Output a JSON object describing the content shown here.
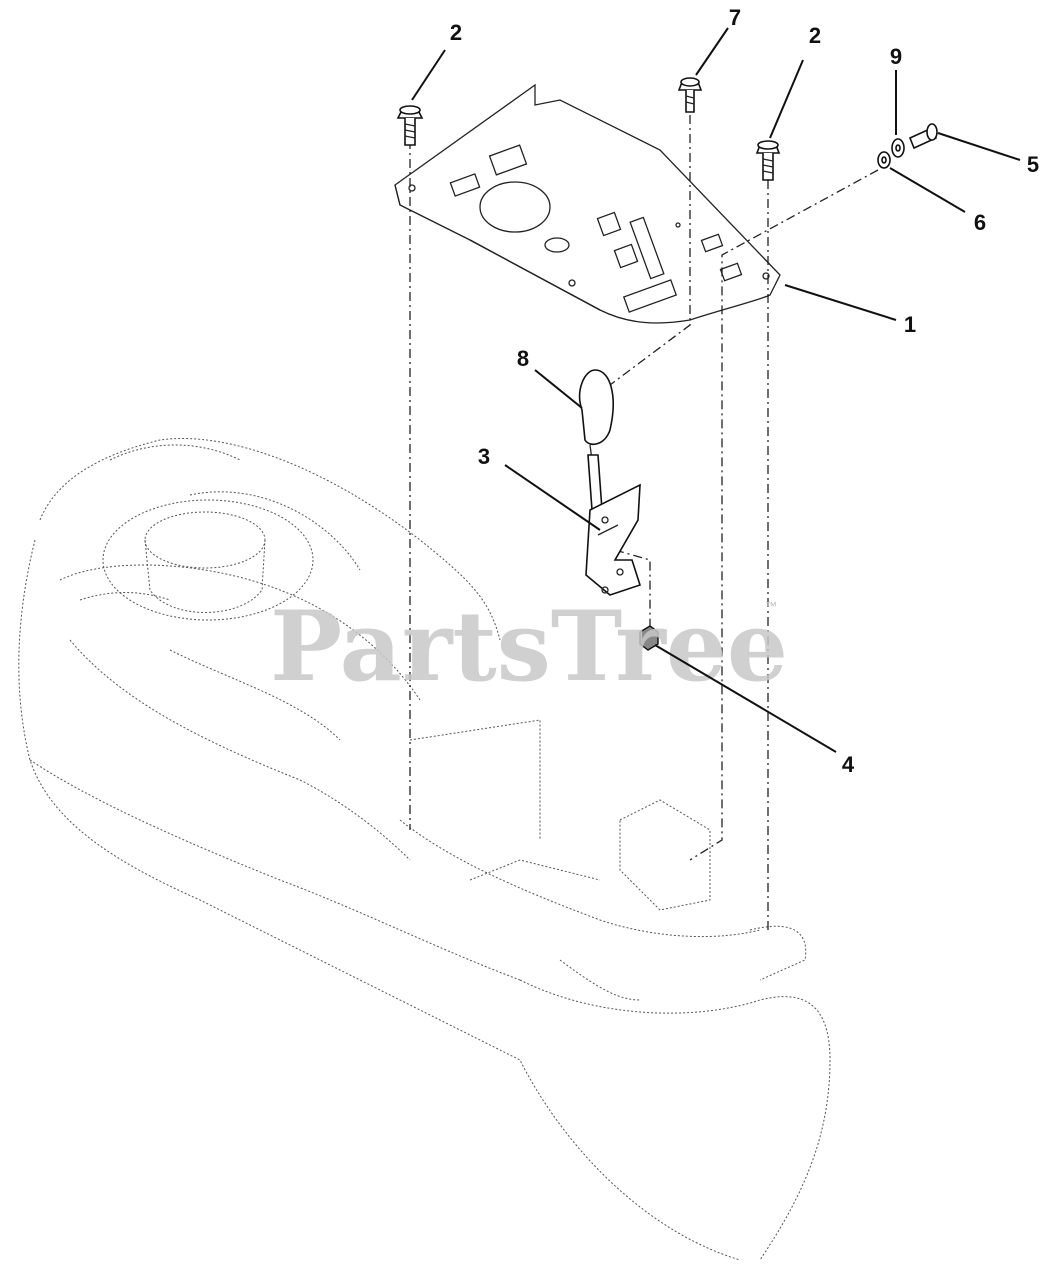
{
  "watermark": {
    "text": "PartsTree",
    "trademark": "™"
  },
  "callouts": [
    {
      "id": "c2a",
      "label": "2"
    },
    {
      "id": "c7",
      "label": "7"
    },
    {
      "id": "c2b",
      "label": "2"
    },
    {
      "id": "c9",
      "label": "9"
    },
    {
      "id": "c5",
      "label": "5"
    },
    {
      "id": "c6",
      "label": "6"
    },
    {
      "id": "c1",
      "label": "1"
    },
    {
      "id": "c8",
      "label": "8"
    },
    {
      "id": "c3",
      "label": "3"
    },
    {
      "id": "c4",
      "label": "4"
    }
  ]
}
